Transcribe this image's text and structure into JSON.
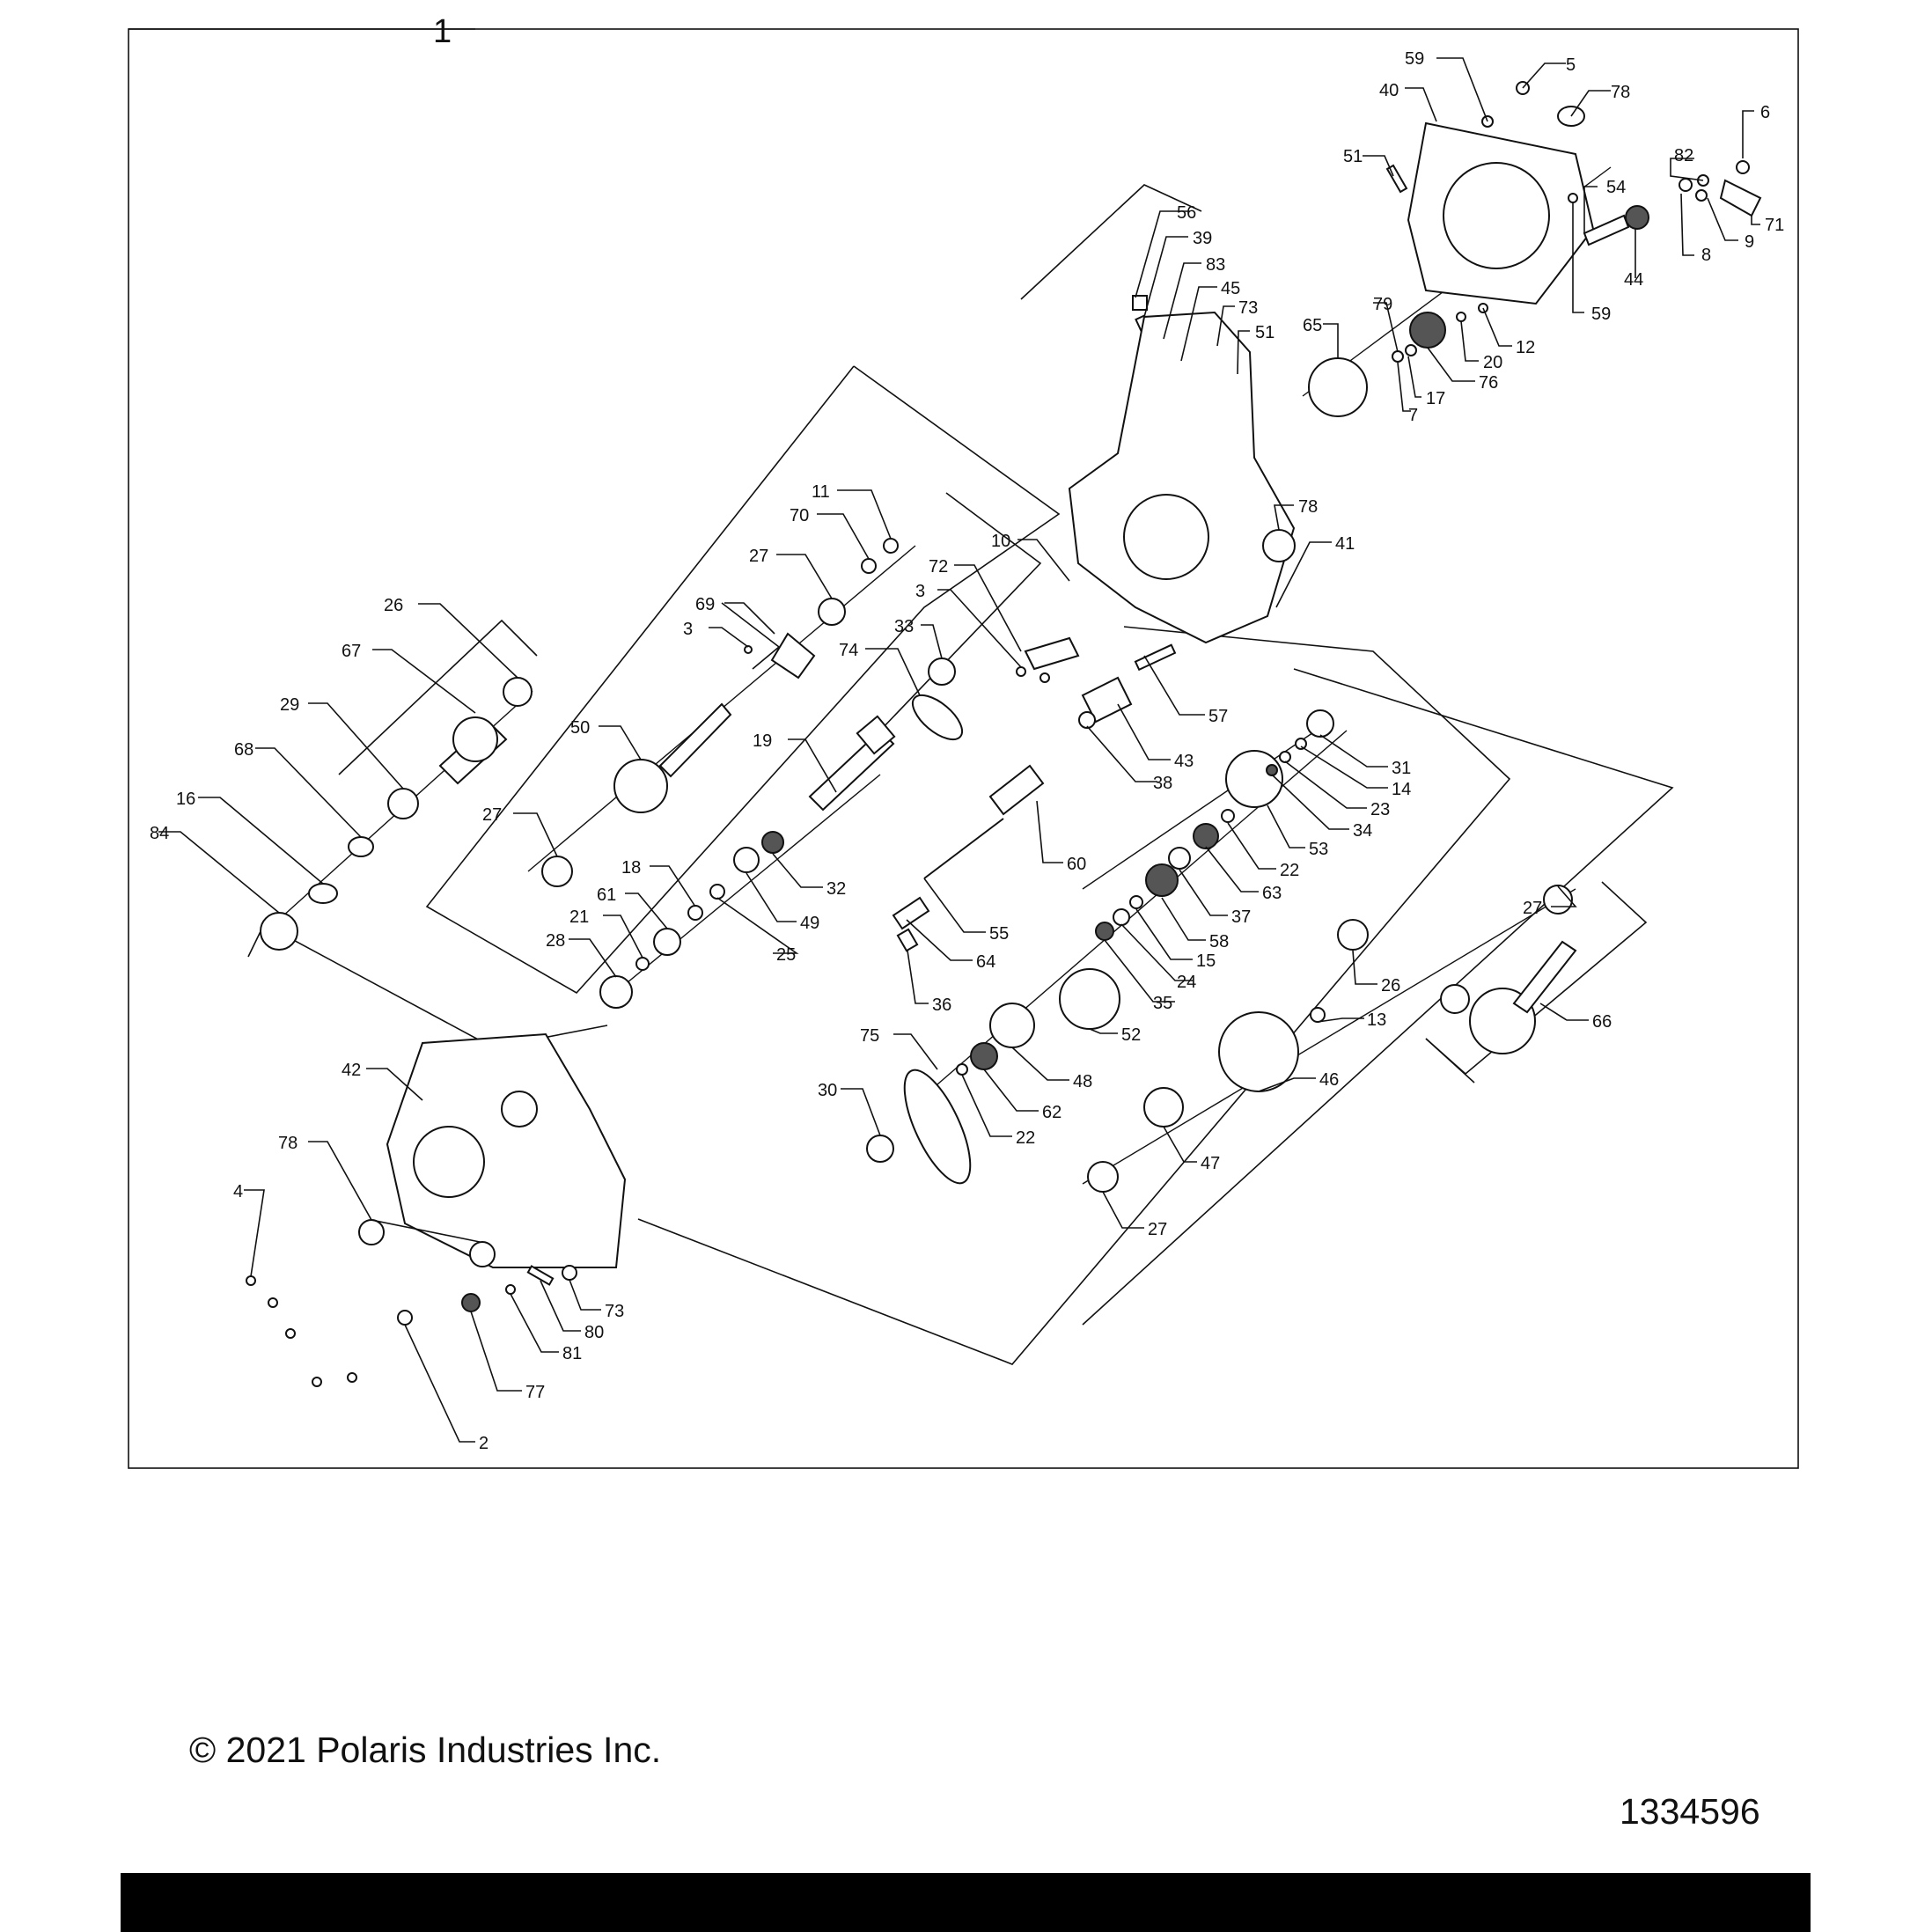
{
  "diagram": {
    "assembly_callout": "1",
    "callouts": [
      {
        "id": "c59a",
        "label": "59"
      },
      {
        "id": "c5",
        "label": "5"
      },
      {
        "id": "c40",
        "label": "40"
      },
      {
        "id": "c78a",
        "label": "78"
      },
      {
        "id": "c6",
        "label": "6"
      },
      {
        "id": "c82",
        "label": "82"
      },
      {
        "id": "c51a",
        "label": "51"
      },
      {
        "id": "c54",
        "label": "54"
      },
      {
        "id": "c71",
        "label": "71"
      },
      {
        "id": "c9",
        "label": "9"
      },
      {
        "id": "c8",
        "label": "8"
      },
      {
        "id": "c44",
        "label": "44"
      },
      {
        "id": "c59b",
        "label": "59"
      },
      {
        "id": "c56",
        "label": "56"
      },
      {
        "id": "c39",
        "label": "39"
      },
      {
        "id": "c83",
        "label": "83"
      },
      {
        "id": "c45",
        "label": "45"
      },
      {
        "id": "c73a",
        "label": "73"
      },
      {
        "id": "c51b",
        "label": "51"
      },
      {
        "id": "c65",
        "label": "65"
      },
      {
        "id": "c79",
        "label": "79"
      },
      {
        "id": "c12",
        "label": "12"
      },
      {
        "id": "c20",
        "label": "20"
      },
      {
        "id": "c76",
        "label": "76"
      },
      {
        "id": "c17",
        "label": "17"
      },
      {
        "id": "c7",
        "label": "7"
      },
      {
        "id": "c11",
        "label": "11"
      },
      {
        "id": "c70",
        "label": "70"
      },
      {
        "id": "c78b",
        "label": "78"
      },
      {
        "id": "c41",
        "label": "41"
      },
      {
        "id": "c10",
        "label": "10"
      },
      {
        "id": "c27a",
        "label": "27"
      },
      {
        "id": "c72",
        "label": "72"
      },
      {
        "id": "c3a",
        "label": "3"
      },
      {
        "id": "c69",
        "label": "69"
      },
      {
        "id": "c3b",
        "label": "3"
      },
      {
        "id": "c26a",
        "label": "26"
      },
      {
        "id": "c33",
        "label": "33"
      },
      {
        "id": "c74",
        "label": "74"
      },
      {
        "id": "c67",
        "label": "67"
      },
      {
        "id": "c57",
        "label": "57"
      },
      {
        "id": "c29",
        "label": "29"
      },
      {
        "id": "c50",
        "label": "50"
      },
      {
        "id": "c43",
        "label": "43"
      },
      {
        "id": "c31",
        "label": "31"
      },
      {
        "id": "c19",
        "label": "19"
      },
      {
        "id": "c68",
        "label": "68"
      },
      {
        "id": "c14",
        "label": "14"
      },
      {
        "id": "c38",
        "label": "38"
      },
      {
        "id": "c16",
        "label": "16"
      },
      {
        "id": "c23",
        "label": "23"
      },
      {
        "id": "c34",
        "label": "34"
      },
      {
        "id": "c84",
        "label": "84"
      },
      {
        "id": "c60",
        "label": "60"
      },
      {
        "id": "c53",
        "label": "53"
      },
      {
        "id": "c27b",
        "label": "27"
      },
      {
        "id": "c22a",
        "label": "22"
      },
      {
        "id": "c32",
        "label": "32"
      },
      {
        "id": "c63",
        "label": "63"
      },
      {
        "id": "c18",
        "label": "18"
      },
      {
        "id": "c49",
        "label": "49"
      },
      {
        "id": "c61",
        "label": "61"
      },
      {
        "id": "c37",
        "label": "37"
      },
      {
        "id": "c27c",
        "label": "27"
      },
      {
        "id": "c55",
        "label": "55"
      },
      {
        "id": "c21",
        "label": "21"
      },
      {
        "id": "c58",
        "label": "58"
      },
      {
        "id": "c25",
        "label": "25"
      },
      {
        "id": "c28",
        "label": "28"
      },
      {
        "id": "c15",
        "label": "15"
      },
      {
        "id": "c24",
        "label": "24"
      },
      {
        "id": "c64",
        "label": "64"
      },
      {
        "id": "c26b",
        "label": "26"
      },
      {
        "id": "c36",
        "label": "36"
      },
      {
        "id": "c35",
        "label": "35"
      },
      {
        "id": "c13",
        "label": "13"
      },
      {
        "id": "c66",
        "label": "66"
      },
      {
        "id": "c52",
        "label": "52"
      },
      {
        "id": "c75",
        "label": "75"
      },
      {
        "id": "c46",
        "label": "46"
      },
      {
        "id": "c42",
        "label": "42"
      },
      {
        "id": "c48",
        "label": "48"
      },
      {
        "id": "c30",
        "label": "30"
      },
      {
        "id": "c62",
        "label": "62"
      },
      {
        "id": "c22b",
        "label": "22"
      },
      {
        "id": "c78c",
        "label": "78"
      },
      {
        "id": "c47",
        "label": "47"
      },
      {
        "id": "c4",
        "label": "4"
      },
      {
        "id": "c27d",
        "label": "27"
      },
      {
        "id": "c73b",
        "label": "73"
      },
      {
        "id": "c80",
        "label": "80"
      },
      {
        "id": "c81",
        "label": "81"
      },
      {
        "id": "c77",
        "label": "77"
      },
      {
        "id": "c2",
        "label": "2"
      }
    ]
  },
  "footer": {
    "copyright": "© 2021 Polaris Industries Inc.",
    "drawing_number": "1334596"
  }
}
